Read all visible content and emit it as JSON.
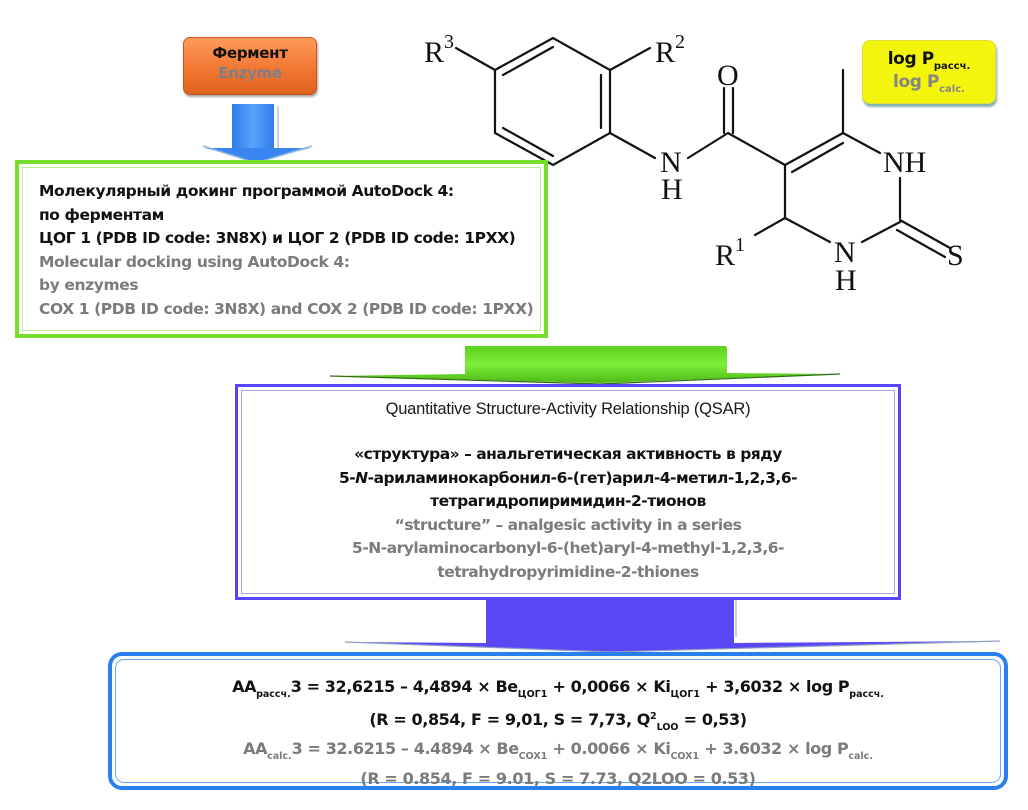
{
  "enzyme": {
    "ru": "Фермент",
    "en": "Enzyme"
  },
  "logp": {
    "ru_main": "log P",
    "ru_sub": "рассч.",
    "en_main": "log P",
    "en_sub": "calc."
  },
  "molecule": {
    "labels": {
      "r1": "R",
      "r1_sup": "1",
      "r2": "R",
      "r2_sup": "2",
      "r3": "R",
      "r3_sup": "3",
      "o": "O",
      "amide_n": "N",
      "amide_h": "H",
      "nh_top": "NH",
      "n_bottom": "N",
      "h_bottom": "H",
      "s": "S"
    }
  },
  "docking": {
    "ru_lines": [
      "Молекулярный докинг программой AutoDock 4:",
      "по ферментам",
      "ЦОГ 1 (PDB ID code: 3N8X) и ЦОГ 2 (PDB ID code: 1PXX)"
    ],
    "en_lines": [
      "Molecular docking using AutoDock 4:",
      "by enzymes",
      "COX 1 (PDB ID code: 3N8X) and COX 2 (PDB ID code: 1PXX)"
    ]
  },
  "qsar": {
    "title": "Quantitative Structure-Activity Relationship (QSAR)",
    "ru_line1": "«структура» – анальгетическая активность в ряду",
    "ru_line2_prefix": "5-",
    "ru_line2_italic": "N",
    "ru_line2_rest": "-ариламинокарбонил-6-(гет)арил-4-метил-1,2,3,6-",
    "ru_line3": "тетрагидропиримидин-2-тионов",
    "en_lines": [
      "“structure” – analgesic activity in a series",
      "5-N-arylaminocarbonyl-6-(het)aryl-4-methyl-1,2,3,6-",
      "tetrahydropyrimidine-2-thiones"
    ]
  },
  "equation": {
    "ru": {
      "aa": "AA",
      "aa_sub": "рассч.",
      "part1": "3 = 32,6215 – 4,4894 × Be",
      "be_sub": "ЦОГ1",
      "part2": " + 0,0066 × Ki",
      "ki_sub": "ЦОГ1",
      "part3": " + 3,6032 × log P",
      "logp_sub": "рассч.",
      "stats_prefix": "(R = 0,854, F = 9,01, S = 7,73, Q",
      "q_sup": "2",
      "q_sub": "LOO",
      "stats_suffix": " = 0,53)"
    },
    "en": {
      "aa": "AA",
      "aa_sub": "calc.",
      "part1": "3 = 32.6215 – 4.4894 × Be",
      "be_sub": "COX1",
      "part2": " + 0.0066 × Ki",
      "ki_sub": "COX1",
      "part3": " + 3.6032 × log P",
      "logp_sub": "calc.",
      "stats": "(R = 0.854, F = 9.01, S = 7.73, Q2LOO = 0.53)"
    }
  },
  "colors": {
    "enzyme_orange": "#f07430",
    "logp_yellow": "#f4f50c",
    "docking_green": "#76dd2a",
    "qsar_purple": "#5645f0",
    "equation_blue": "#2a7fee",
    "arrow_blue": "#3a86f0",
    "arrow_green": "#6be025",
    "arrow_purple": "#5645f0",
    "ru_text": "#111111",
    "en_text": "#7b7b7b"
  }
}
